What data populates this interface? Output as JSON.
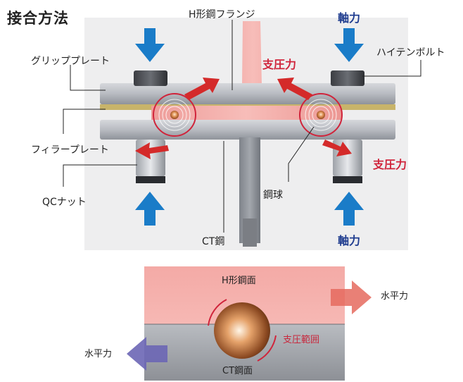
{
  "title": "接合方法",
  "labels": {
    "h_flange": "H形鋼フランジ",
    "axial_top": "軸力",
    "axial_bottom": "軸力",
    "grip_plate": "グリッププレート",
    "high_tension_bolt": "ハイテンボルト",
    "bearing_top": "支圧力",
    "bearing_bottom": "支圧力",
    "filler_plate": "フィラープレート",
    "qc_nut": "QCナット",
    "steel_ball": "鋼球",
    "ct_steel": "CT鋼"
  },
  "detail": {
    "h_surface": "H形鋼面",
    "ct_surface": "CT鋼面",
    "bearing_range": "支圧範囲",
    "horizontal_force_right": "水平力",
    "horizontal_force_left": "水平力"
  },
  "colors": {
    "axial_arrow": "#1a7cc8",
    "bearing_arrow": "#d42a2a",
    "h_steel": "#f2a8a4",
    "ct_steel": "#8e9197",
    "label_blue": "#1f3c8f",
    "label_red": "#d0243b"
  }
}
